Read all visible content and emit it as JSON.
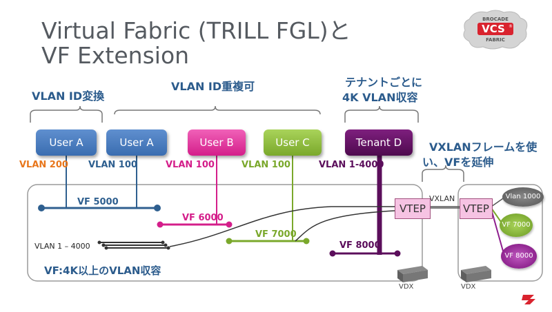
{
  "title": {
    "line1": "Virtual Fabric (TRILL FGL)と",
    "line2": "VF Extension"
  },
  "logo": {
    "brand": "BROCADE",
    "product": "VCS",
    "reg": "®",
    "sub": "FABRIC"
  },
  "headers": {
    "vlan_translate": "VLAN ID変換",
    "vlan_overlap": "VLAN ID重複可",
    "tenant_line1": "テナントごとに",
    "tenant_line2": "4K VLAN収容",
    "vxlan_line1": "VXLANフレームを使",
    "vxlan_line2": "い、VFを延伸"
  },
  "users": {
    "a1": "User A",
    "a2": "User A",
    "b": "User B",
    "c": "User C",
    "d": "Tenant D"
  },
  "vlans": {
    "a1": "VLAN 200",
    "a2": "VLAN 100",
    "b": "VLAN 100",
    "c": "VLAN 100",
    "d": "VLAN 1-4000"
  },
  "vfs": {
    "a": "VF 5000",
    "b": "VF 6000",
    "c": "VF 7000",
    "d": "VF 8000"
  },
  "trunk_label": "VLAN 1 – 4000",
  "fabric_caption": "VF:4K以上のVLAN収容",
  "vtep": {
    "left": "VTEP",
    "right": "VTEP"
  },
  "vxlan_label": "VXLAN",
  "remote": {
    "vlan": "Vlan 1000",
    "vf1": "VF 7000",
    "vf2": "VF 8000"
  },
  "vdx": {
    "left": "VDX",
    "right": "VDX"
  },
  "colors": {
    "blue": "#2e5f8f",
    "magenta": "#d41e8a",
    "green": "#7aa82b",
    "purple": "#5b0e5b",
    "orange": "#e8761b",
    "header": "#2b5b8c"
  }
}
